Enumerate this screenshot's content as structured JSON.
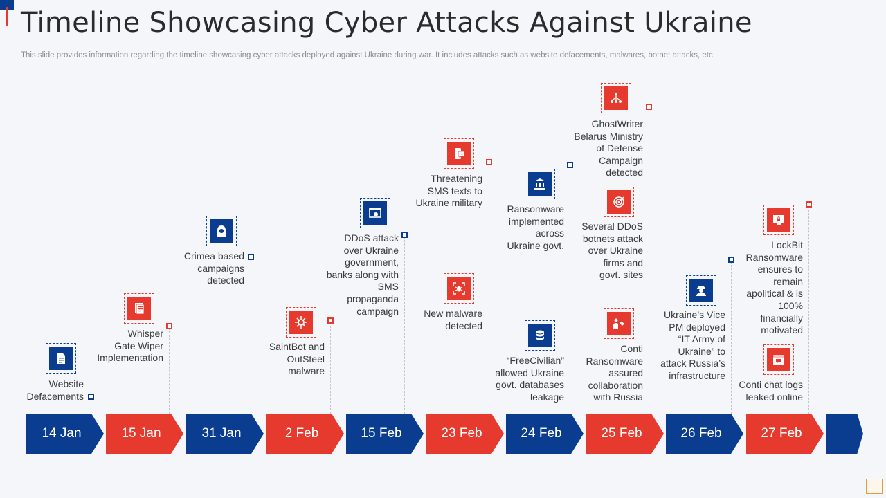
{
  "slide": {
    "title": "Timeline Showcasing Cyber Attacks Against Ukraine",
    "subtitle": "This slide provides information regarding the timeline showcasing cyber attacks deployed against Ukraine during war. It includes attacks such as website defacements, malwares, botnet attacks, etc."
  },
  "colors": {
    "blue": "#0a3d8f",
    "red": "#e63a2e",
    "text": "#3a3a3a",
    "muted": "#8c8c8c"
  },
  "dates": [
    "14 Jan",
    "15 Jan",
    "31 Jan",
    "2 Feb",
    "15 Feb",
    "23 Feb",
    "24 Feb",
    "25 Feb",
    "26 Feb",
    "27 Feb"
  ],
  "events": [
    {
      "date": "14 Jan",
      "lines": [
        "Website",
        "Defacements"
      ],
      "icon": "document-icon",
      "color": "blue"
    },
    {
      "date": "15 Jan",
      "lines": [
        "Whisper",
        "Gate Wiper",
        "Implementation"
      ],
      "icon": "report-icon",
      "color": "red"
    },
    {
      "date": "31 Jan",
      "lines": [
        "Crimea based",
        "campaigns",
        "detected"
      ],
      "icon": "hacker-icon",
      "color": "blue"
    },
    {
      "date": "2 Feb",
      "lines": [
        "SaintBot and",
        "OutSteel",
        "malware"
      ],
      "icon": "virus-icon",
      "color": "red"
    },
    {
      "date": "15 Feb",
      "lines": [
        "DDoS attack",
        "over Ukraine",
        "government,",
        "banks along with",
        "SMS",
        "propaganda",
        "campaign"
      ],
      "icon": "browser-bug-icon",
      "color": "blue"
    },
    {
      "date": "23 Feb",
      "lines": [
        "Threatening",
        "SMS texts to",
        "Ukraine military"
      ],
      "icon": "sms-icon",
      "color": "red"
    },
    {
      "date": "23 Feb",
      "lines": [
        "New malware",
        "detected"
      ],
      "icon": "bug-scan-icon",
      "color": "red"
    },
    {
      "date": "24 Feb",
      "lines": [
        "Ransomware",
        "implemented",
        "across",
        "Ukraine govt."
      ],
      "icon": "government-building-icon",
      "color": "blue"
    },
    {
      "date": "24 Feb",
      "lines": [
        "“FreeCivilian”",
        "allowed Ukraine",
        "govt. databases",
        "leakage"
      ],
      "icon": "database-icon",
      "color": "blue"
    },
    {
      "date": "25 Feb",
      "lines": [
        "GhostWriter",
        "Belarus Ministry",
        "of Defense",
        "Campaign",
        "detected"
      ],
      "icon": "network-icon",
      "color": "red"
    },
    {
      "date": "25 Feb",
      "lines": [
        "Several DDoS",
        "botnets attack",
        "over Ukraine",
        "firms and",
        "govt. sites"
      ],
      "icon": "target-icon",
      "color": "red"
    },
    {
      "date": "25 Feb",
      "lines": [
        "Conti",
        "Ransomware",
        "assured",
        "collaboration",
        "with Russia"
      ],
      "icon": "handshake-icon",
      "color": "red"
    },
    {
      "date": "26 Feb",
      "lines": [
        "Ukraine’s Vice",
        "PM deployed",
        "“IT Army of",
        "Ukraine” to",
        "attack Russia’s",
        "infrastructure"
      ],
      "icon": "soldier-icon",
      "color": "blue"
    },
    {
      "date": "27 Feb",
      "lines": [
        "LockBit",
        "Ransomware",
        "ensures to",
        "remain",
        "apolitical & is",
        "100%",
        "financially",
        "motivated"
      ],
      "icon": "locked-screen-icon",
      "color": "red"
    },
    {
      "date": "27 Feb",
      "lines": [
        "Conti chat logs",
        "leaked online"
      ],
      "icon": "chat-log-icon",
      "color": "red"
    }
  ]
}
